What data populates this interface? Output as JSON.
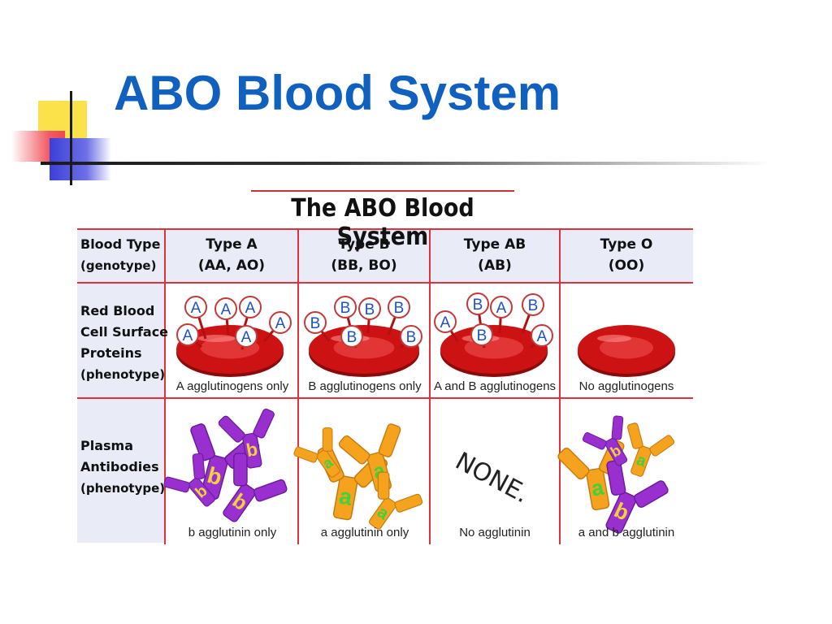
{
  "slide": {
    "title": "ABO Blood System"
  },
  "figure": {
    "title": "The ABO Blood System",
    "row_headers": {
      "type": [
        "Blood Type",
        "(genotype)"
      ],
      "proteins": [
        "Red Blood",
        "Cell Surface",
        "Proteins",
        "(phenotype)"
      ],
      "antibodies": [
        "Plasma",
        "Antibodies",
        "(phenotype)"
      ]
    },
    "columns": [
      {
        "name": "Type A",
        "genotype": "(AA, AO)",
        "antigen_caption": "A agglutinogens only",
        "antibody_caption": "b agglutinin only"
      },
      {
        "name": "Type B",
        "genotype": "(BB, BO)",
        "antigen_caption": "B agglutinogens only",
        "antibody_caption": "a agglutinin only"
      },
      {
        "name": "Type AB",
        "genotype": "(AB)",
        "antigen_caption": "A and B agglutinogens",
        "antibody_caption": "No agglutinin"
      },
      {
        "name": "Type O",
        "genotype": "(OO)",
        "antigen_caption": "No agglutinogens",
        "antibody_caption": "a and b agglutinin"
      }
    ],
    "none_label": "NONE.",
    "antigen_letters": {
      "a": "A",
      "b": "B"
    },
    "antibody_letters": {
      "a": "a",
      "b": "b"
    }
  },
  "colors": {
    "title_blue": "#1060bf",
    "grid_red": "#e0323c",
    "header_fill": "#e9ebf7",
    "cell_red": "#cc1212",
    "antigen_blue": "#1d52c9",
    "antibody_purple": "#9a2fd0",
    "antibody_orange": "#f5a21e",
    "antibody_letter_b": "#f0d23a",
    "antibody_letter_a": "#3fd23a"
  }
}
